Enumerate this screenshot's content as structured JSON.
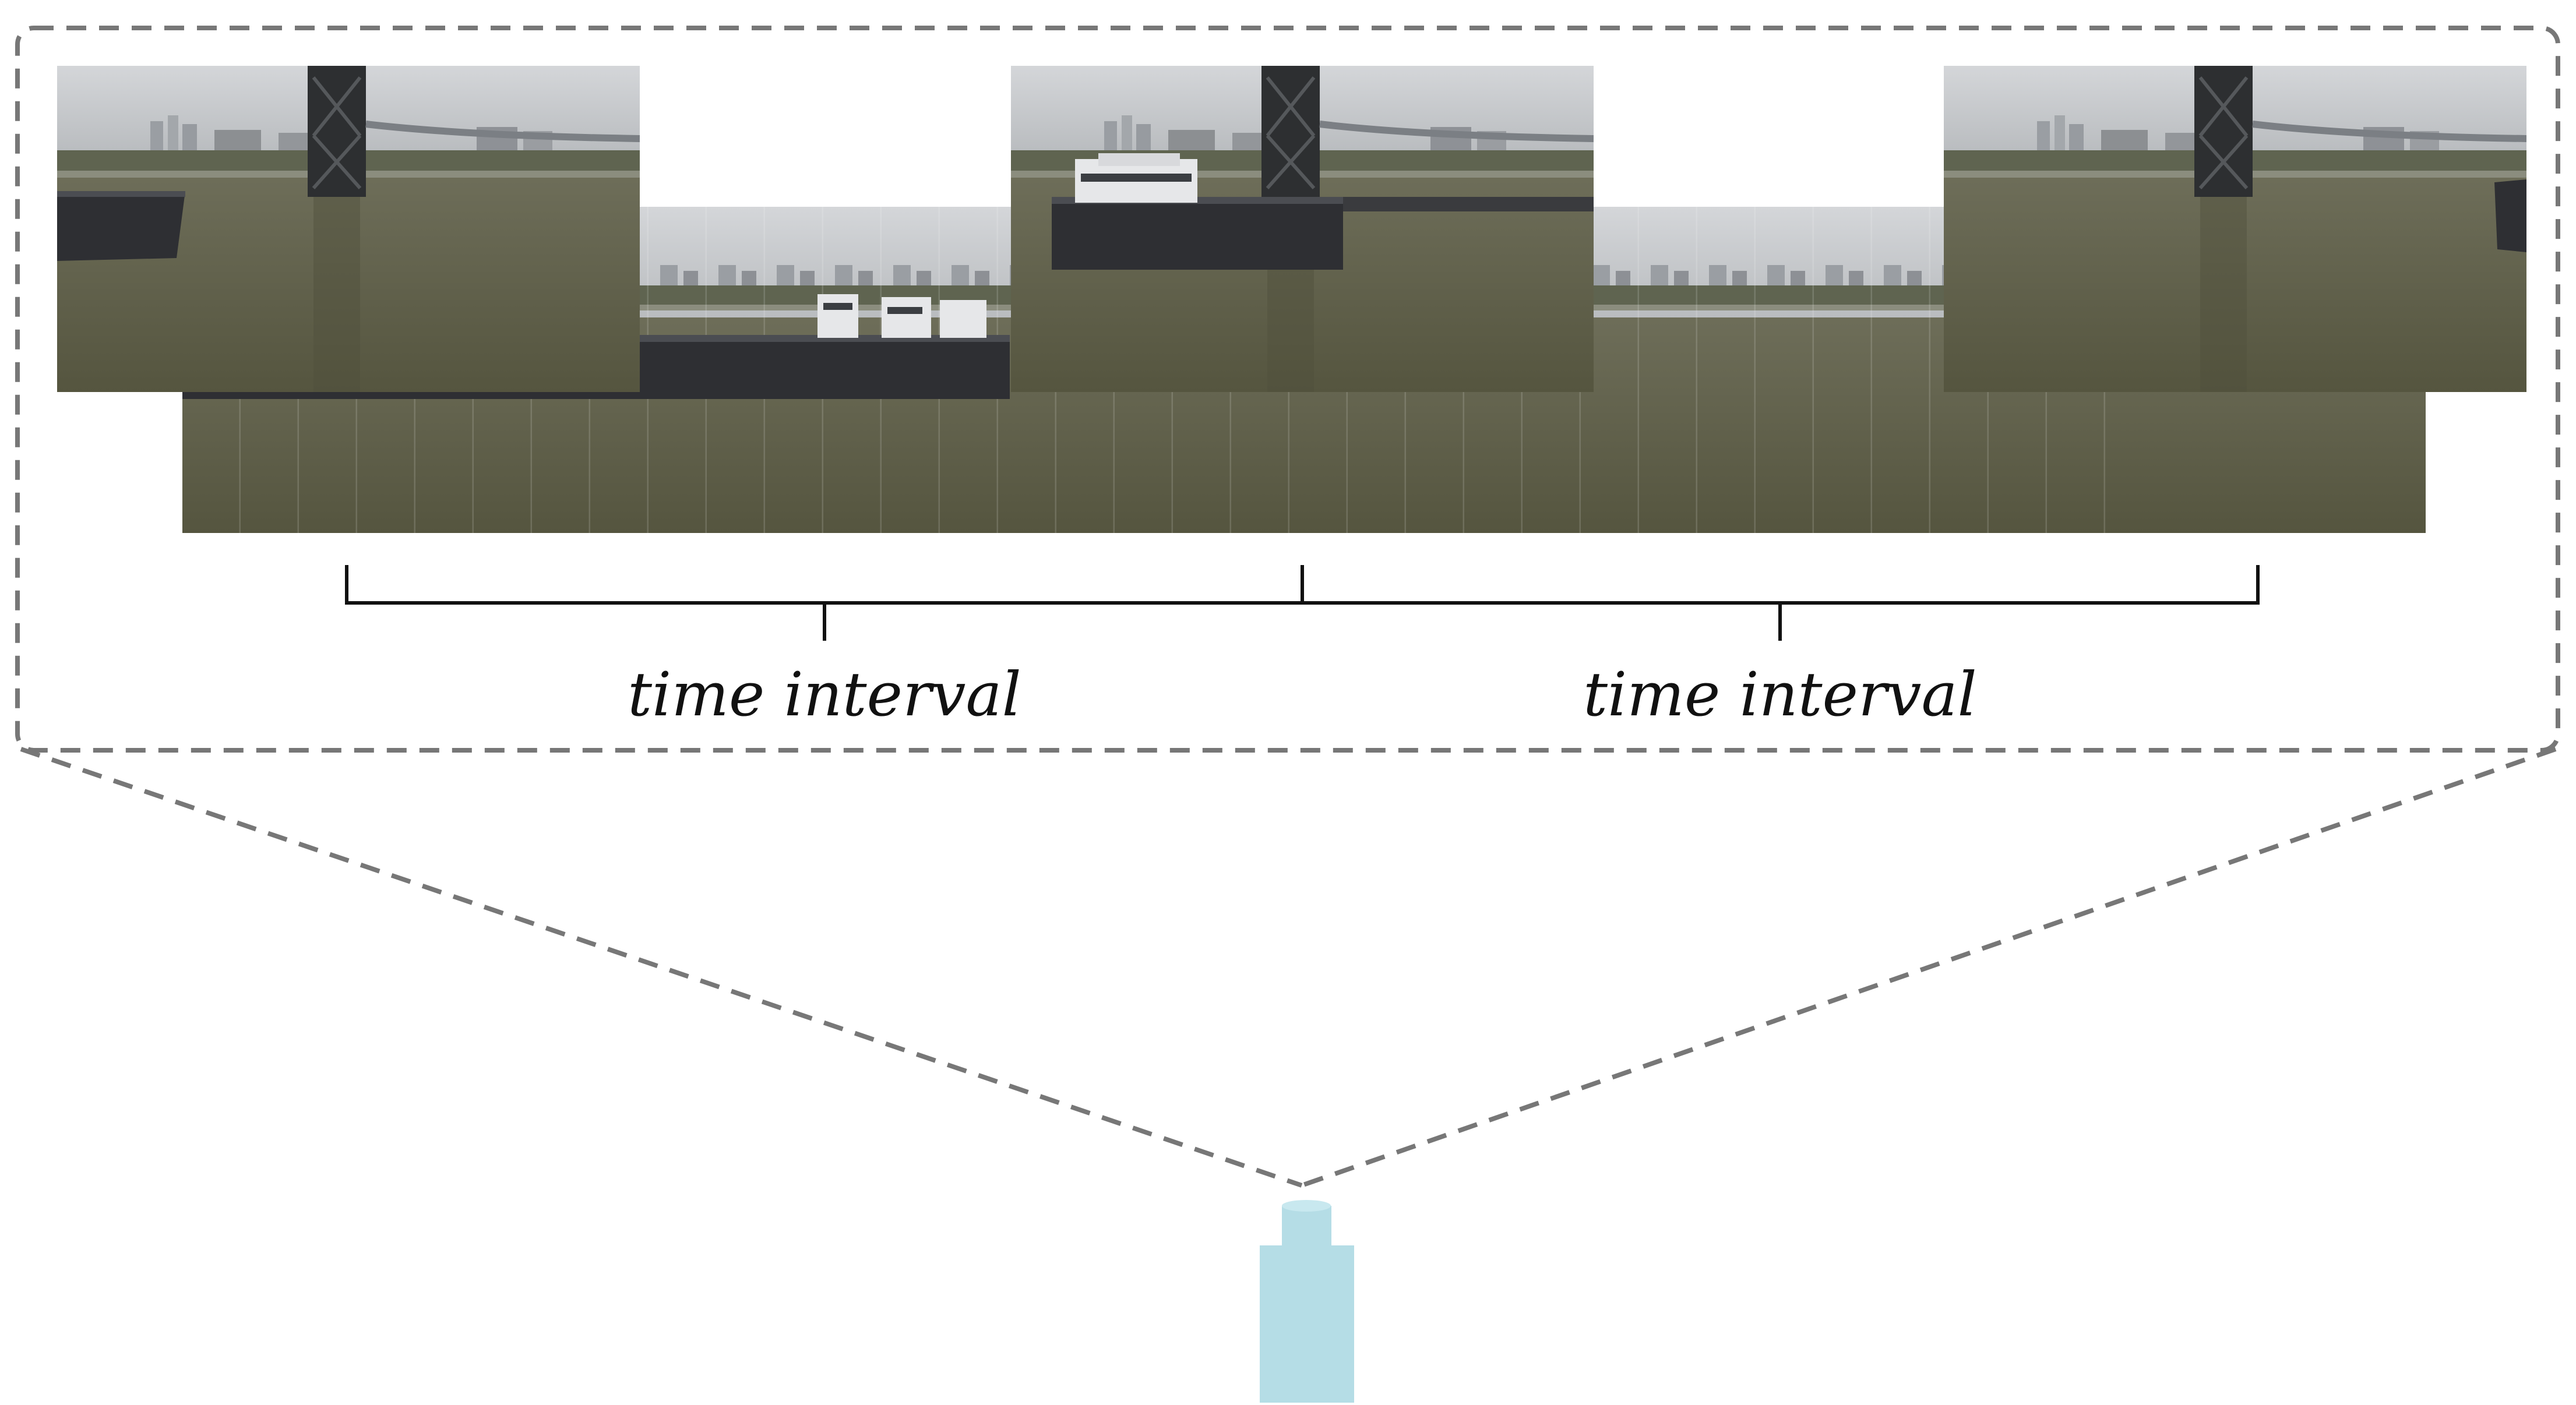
{
  "labels": {
    "left_interval": "time interval",
    "right_interval": "time interval"
  },
  "colors": {
    "frame_dash": "#777777",
    "tick_line": "#111111",
    "camera_body": "#b5dde6",
    "camera_lens": "#b5dde6",
    "sky": "#c9ccd0",
    "water": "#6e6d58",
    "hull": "#2e2f33"
  },
  "icons": {
    "camera": "camera-icon",
    "frames": "video-frame-thumbnail"
  }
}
